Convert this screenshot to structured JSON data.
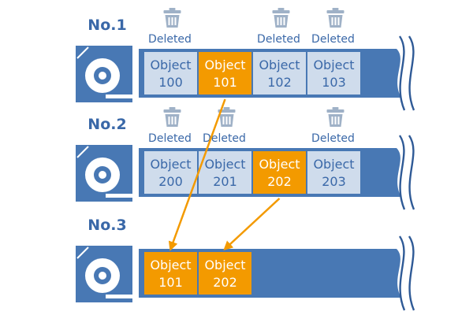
{
  "colors": {
    "tape_blue": "#4878b4",
    "tape_dark": "#2f5a96",
    "cell_normal_bg": "#cfdcec",
    "cell_live_bg": "#f39a00",
    "arrow": "#f39a00",
    "trash": "#9fb1c7"
  },
  "icons": {
    "cartridge": "tape-cartridge-icon",
    "trash": "trash-can-icon"
  },
  "tapes": [
    {
      "label": "No.1",
      "cells": [
        {
          "line1": "Object",
          "line2": "100",
          "state": "deleted",
          "deleted_label": "Deleted"
        },
        {
          "line1": "Object",
          "line2": "101",
          "state": "live",
          "deleted_label": ""
        },
        {
          "line1": "Object",
          "line2": "102",
          "state": "deleted",
          "deleted_label": "Deleted"
        },
        {
          "line1": "Object",
          "line2": "103",
          "state": "deleted",
          "deleted_label": "Deleted"
        }
      ]
    },
    {
      "label": "No.2",
      "cells": [
        {
          "line1": "Object",
          "line2": "200",
          "state": "deleted",
          "deleted_label": "Deleted"
        },
        {
          "line1": "Object",
          "line2": "201",
          "state": "deleted",
          "deleted_label": "Deleted"
        },
        {
          "line1": "Object",
          "line2": "202",
          "state": "live",
          "deleted_label": ""
        },
        {
          "line1": "Object",
          "line2": "203",
          "state": "deleted",
          "deleted_label": "Deleted"
        }
      ]
    },
    {
      "label": "No.3",
      "cells": [
        {
          "line1": "Object",
          "line2": "101",
          "state": "live",
          "deleted_label": ""
        },
        {
          "line1": "Object",
          "line2": "202",
          "state": "live",
          "deleted_label": ""
        }
      ]
    }
  ],
  "arrows": [
    {
      "from": "Object 101",
      "to": "Object 101"
    },
    {
      "from": "Object 202",
      "to": "Object 202"
    }
  ]
}
